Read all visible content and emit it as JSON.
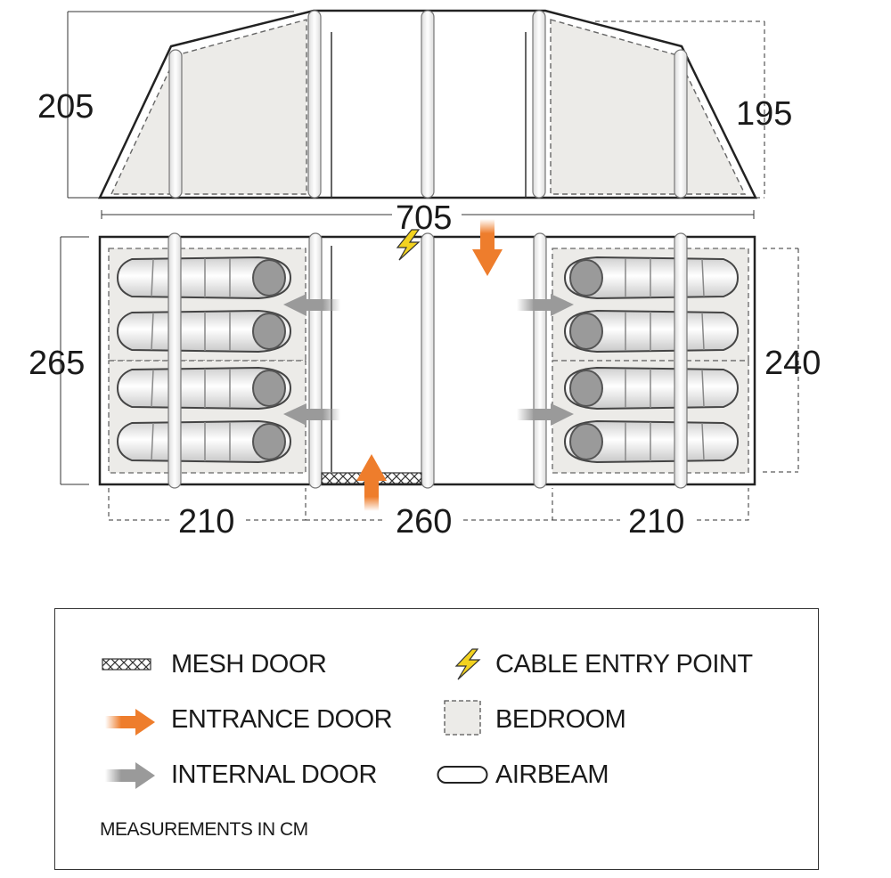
{
  "dimensions": {
    "height_left": "205",
    "height_right": "195",
    "total_length": "705",
    "depth_left": "265",
    "depth_right": "240",
    "bedroom_left_width": "210",
    "living_width": "260",
    "bedroom_right_width": "210"
  },
  "legend": {
    "items": [
      {
        "icon": "mesh-door-icon",
        "label": "MESH DOOR"
      },
      {
        "icon": "entrance-door-arrow-icon",
        "label": "ENTRANCE DOOR"
      },
      {
        "icon": "internal-door-arrow-icon",
        "label": "INTERNAL DOOR"
      },
      {
        "icon": "cable-entry-bolt-icon",
        "label": "CABLE ENTRY POINT"
      },
      {
        "icon": "bedroom-swatch-icon",
        "label": "BEDROOM"
      },
      {
        "icon": "airbeam-icon",
        "label": "AIRBEAM"
      }
    ],
    "note": "MEASUREMENTS IN CM"
  },
  "colors": {
    "entrance": "#ee7d2c",
    "internal": "#9a9a9a",
    "bedroom": "#ecebe8",
    "cable": "#f2d21f",
    "outline": "#222222"
  }
}
